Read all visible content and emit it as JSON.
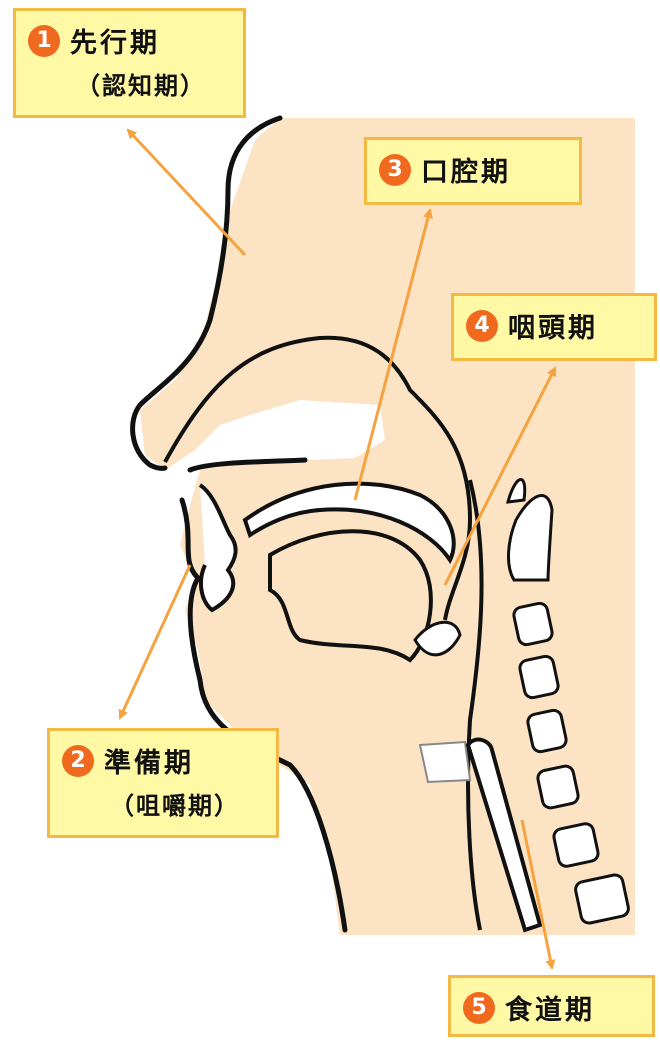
{
  "colors": {
    "skin": "#fbe3c4",
    "outline": "#111111",
    "arrow": "#f4a340",
    "box_fill": "#fff9a6",
    "box_border": "#f4b942",
    "badge": "#ef6a1f"
  },
  "stages": [
    {
      "num": "1",
      "name": "先行期",
      "sub": "（認知期）"
    },
    {
      "num": "2",
      "name": "準備期",
      "sub": "（咀嚼期）"
    },
    {
      "num": "3",
      "name": "口腔期",
      "sub": ""
    },
    {
      "num": "4",
      "name": "咽頭期",
      "sub": ""
    },
    {
      "num": "5",
      "name": "食道期",
      "sub": ""
    }
  ]
}
